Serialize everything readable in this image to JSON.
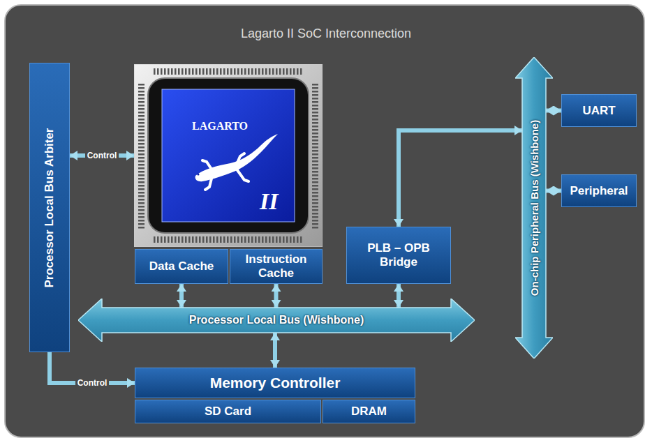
{
  "diagram": {
    "title": "Lagarto II SoC Interconnection",
    "nodes": [
      {
        "text": [
          "Processor Local Bus Arbiter"
        ]
      },
      {
        "text": [
          "LAGARTO",
          "II"
        ]
      },
      {
        "text": [
          "Data Cache"
        ]
      },
      {
        "text": [
          "Instruction Cache"
        ]
      },
      {
        "text": [
          "PLB – OPB Bridge"
        ]
      },
      {
        "text": [
          "Processor Local Bus (Wishbone)"
        ]
      },
      {
        "text": [
          "On-chip Peripheral Bus (Wishbone)"
        ]
      },
      {
        "text": [
          "UART"
        ]
      },
      {
        "text": [
          "Peripheral"
        ]
      },
      {
        "text": [
          "Memory Controller"
        ]
      },
      {
        "text": [
          "SD Card"
        ]
      },
      {
        "text": [
          "DRAM"
        ]
      }
    ],
    "edges": [
      {
        "from": 0,
        "to": 1,
        "label": "Control",
        "arrow": "both"
      },
      {
        "from": 2,
        "to": 5,
        "arrow": "both"
      },
      {
        "from": 3,
        "to": 5,
        "arrow": "both"
      },
      {
        "from": 4,
        "to": 5,
        "arrow": "both"
      },
      {
        "from": 5,
        "to": 9,
        "arrow": "both"
      },
      {
        "from": 0,
        "to": 9,
        "label": "Control",
        "arrow": "to"
      },
      {
        "from": 4,
        "to": 6,
        "arrow": "both"
      },
      {
        "from": 6,
        "to": 7,
        "arrow": "both"
      },
      {
        "from": 6,
        "to": 8,
        "arrow": "both"
      }
    ]
  }
}
